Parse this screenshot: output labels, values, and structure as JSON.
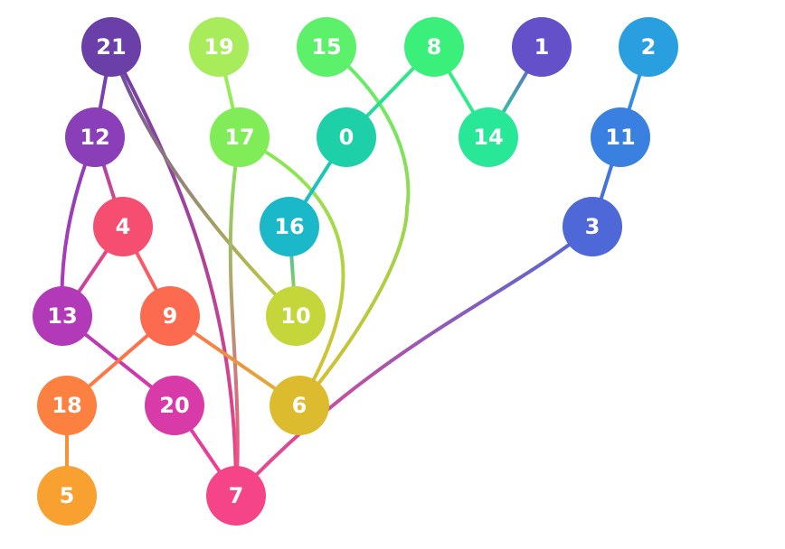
{
  "nodes": [
    {
      "id": "21",
      "label": "21",
      "color": "#6b3fa8"
    },
    {
      "id": "19",
      "label": "19",
      "color": "#a8ec5c"
    },
    {
      "id": "15",
      "label": "15",
      "color": "#5df06a"
    },
    {
      "id": "8",
      "label": "8",
      "color": "#3af07a"
    },
    {
      "id": "1",
      "label": "1",
      "color": "#6450c8"
    },
    {
      "id": "2",
      "label": "2",
      "color": "#2a9fe0"
    },
    {
      "id": "12",
      "label": "12",
      "color": "#8a3fb8"
    },
    {
      "id": "17",
      "label": "17",
      "color": "#80ec58"
    },
    {
      "id": "0",
      "label": "0",
      "color": "#1ed0a8"
    },
    {
      "id": "14",
      "label": "14",
      "color": "#28e898"
    },
    {
      "id": "11",
      "label": "11",
      "color": "#3a80e0"
    },
    {
      "id": "4",
      "label": "4",
      "color": "#f54e70"
    },
    {
      "id": "16",
      "label": "16",
      "color": "#1ab8c8"
    },
    {
      "id": "3",
      "label": "3",
      "color": "#4e68d8"
    },
    {
      "id": "13",
      "label": "13",
      "color": "#b23ab8"
    },
    {
      "id": "9",
      "label": "9",
      "color": "#fc6a50"
    },
    {
      "id": "10",
      "label": "10",
      "color": "#c4d63a"
    },
    {
      "id": "18",
      "label": "18",
      "color": "#fc8040"
    },
    {
      "id": "20",
      "label": "20",
      "color": "#d83aa8"
    },
    {
      "id": "6",
      "label": "6",
      "color": "#dcbc2e"
    },
    {
      "id": "5",
      "label": "5",
      "color": "#f8a030"
    },
    {
      "id": "7",
      "label": "7",
      "color": "#f54488"
    }
  ],
  "edges": [
    {
      "from": "21",
      "to": "12"
    },
    {
      "from": "21",
      "to": "7"
    },
    {
      "from": "21",
      "to": "10"
    },
    {
      "from": "19",
      "to": "17"
    },
    {
      "from": "15",
      "to": "6"
    },
    {
      "from": "8",
      "to": "0"
    },
    {
      "from": "8",
      "to": "14"
    },
    {
      "from": "1",
      "to": "14"
    },
    {
      "from": "2",
      "to": "11"
    },
    {
      "from": "12",
      "to": "4"
    },
    {
      "from": "12",
      "to": "13"
    },
    {
      "from": "17",
      "to": "7"
    },
    {
      "from": "17",
      "to": "6"
    },
    {
      "from": "0",
      "to": "16"
    },
    {
      "from": "11",
      "to": "3"
    },
    {
      "from": "4",
      "to": "13"
    },
    {
      "from": "4",
      "to": "9"
    },
    {
      "from": "16",
      "to": "10"
    },
    {
      "from": "3",
      "to": "7"
    },
    {
      "from": "13",
      "to": "20"
    },
    {
      "from": "9",
      "to": "18"
    },
    {
      "from": "9",
      "to": "6"
    },
    {
      "from": "18",
      "to": "5"
    },
    {
      "from": "20",
      "to": "7"
    }
  ]
}
